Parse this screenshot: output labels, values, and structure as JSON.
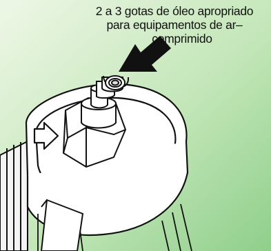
{
  "caption": {
    "line1": "2 a 3 gotas de óleo apropriado",
    "line2": "para equipamentos de ar–",
    "line3": "comprimido"
  },
  "colors": {
    "background_light": "#e9f5df",
    "background_dark": "#8fcf8b",
    "line": "#111111",
    "fill": "#ffffff"
  },
  "icons": {
    "drop_arrow": "arrow-down-left-icon",
    "side_arrow": "arrow-right-icon"
  }
}
